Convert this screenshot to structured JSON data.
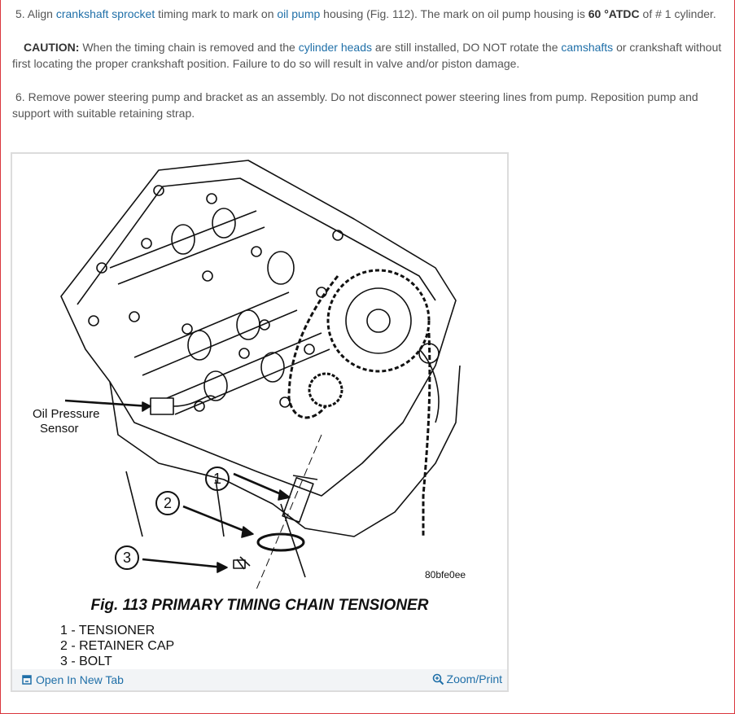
{
  "steps": {
    "step5": {
      "num": "5.",
      "t1": " Align ",
      "link1": "crankshaft sprocket",
      "t2": " timing mark to mark on ",
      "link2": "oil pump",
      "t3": " housing (Fig. 112). The mark on oil pump housing is ",
      "bold": "60 °ATDC",
      "t4": " of # 1 cylinder."
    },
    "caution": {
      "label": "CAUTION:",
      "t1": " When the timing chain is removed and the ",
      "link1": "cylinder heads",
      "t2": " are still installed, DO NOT rotate the ",
      "link2": "camshafts",
      "t3": " or crankshaft without first locating the proper crankshaft position. Failure to do so will result in valve and/or piston damage."
    },
    "step6": {
      "num": "6.",
      "text": " Remove power steering pump and bracket as an assembly. Do not disconnect power steering lines from pump. Reposition pump and support with suitable retaining strap."
    }
  },
  "figure": {
    "oil_label_1": "Oil Pressure",
    "oil_label_2": "Sensor",
    "callouts": [
      "1",
      "2",
      "3"
    ],
    "code": "80bfe0ee",
    "caption": "Fig. 113 PRIMARY TIMING CHAIN TENSIONER",
    "legend": [
      "1 - TENSIONER",
      "2 - RETAINER CAP",
      "3 - BOLT"
    ]
  },
  "footer": {
    "open_tab": "Open In New Tab",
    "zoom_print": "Zoom/Print"
  },
  "colors": {
    "link": "#1f6fa8",
    "text": "#555555",
    "border": "#d9363e"
  }
}
